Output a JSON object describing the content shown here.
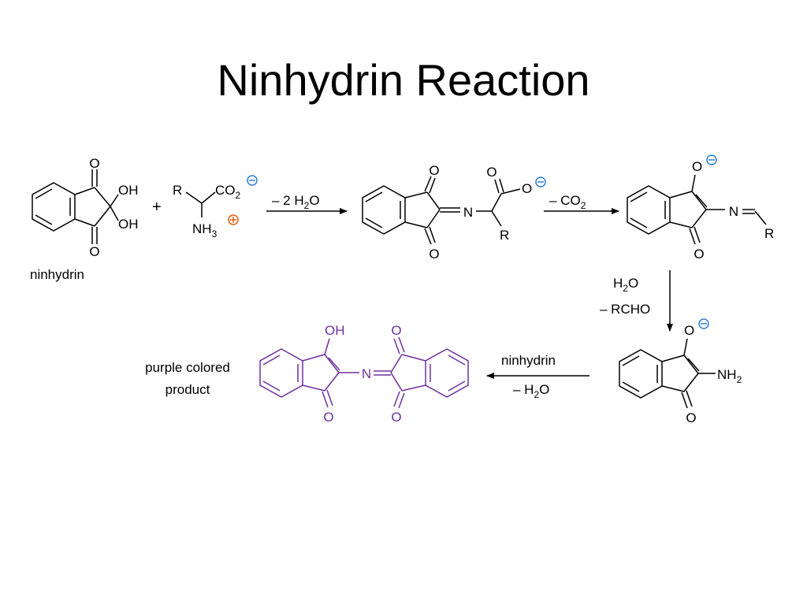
{
  "slide": {
    "title": "Ninhydrin Reaction"
  },
  "colors": {
    "ink": "#000000",
    "product": "#7030a0",
    "anion": "#2f7fd6",
    "cation": "#e06010",
    "background": "#ffffff"
  },
  "reactant_ninhydrin": {
    "caption": "ninhydrin",
    "o_top": "O",
    "o_bottom": "O",
    "oh_1": "OH",
    "oh_2": "OH"
  },
  "plus_sign": "+",
  "amino_acid": {
    "r": "R",
    "co2": "CO",
    "co2_sub": "2",
    "nh3": "NH",
    "nh3_sub": "3",
    "anion_charge": "−",
    "cation_charge": "+"
  },
  "step1": {
    "pre": "– 2 H",
    "sub": "2",
    "post": "O"
  },
  "intermediate_1": {
    "o_top": "O",
    "o_bottom": "O",
    "n": "N",
    "o_carbonyl": "O",
    "o_anion": "O",
    "charge": "−",
    "r": "R"
  },
  "step2": {
    "pre": "– CO",
    "sub": "2"
  },
  "intermediate_2": {
    "o_anion": "O",
    "charge": "−",
    "o_bottom": "O",
    "n": "N",
    "r": "R"
  },
  "step3": {
    "line1_pre": "H",
    "line1_sub": "2",
    "line1_post": "O",
    "line2": "– RCHO"
  },
  "intermediate_3": {
    "o_anion": "O",
    "charge": "−",
    "o_bottom": "O",
    "nh2": "NH",
    "nh2_sub": "2"
  },
  "step4": {
    "line1": "ninhydrin",
    "line2_pre": "– H",
    "line2_sub": "2",
    "line2_post": "O"
  },
  "product": {
    "caption_line1": "purple colored",
    "caption_line2": "product",
    "oh": "OH",
    "o_left_bottom": "O",
    "n": "N",
    "o_right_top": "O",
    "o_right_bottom": "O"
  }
}
